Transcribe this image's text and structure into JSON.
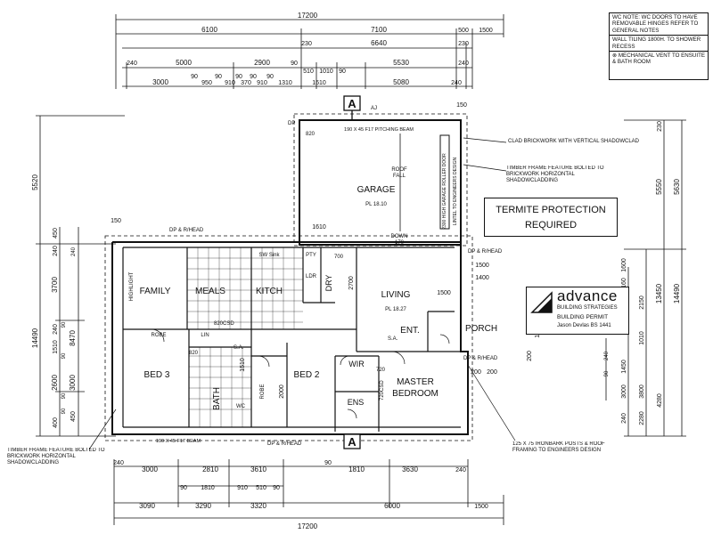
{
  "notes": {
    "wc_note": "WC NOTE: WC DOORS TO HAVE REMOVABLE HINGES REFER TO GENERAL NOTES",
    "wall_tiling": "WALL TILING 1800H. TO SHOWER RECESS",
    "vent": "MECHANICAL VENT TO ENSUITE & BATH ROOM"
  },
  "termite": {
    "line1": "TERMITE PROTECTION",
    "line2": "REQUIRED"
  },
  "stamp": {
    "brand": "advance",
    "sub": "BUILDING STRATEGIES",
    "permit": "BUILDING PERMIT",
    "sign": "Jason Devlas BS 1441"
  },
  "section": {
    "top": "A",
    "bottom": "A",
    "aj": "AJ"
  },
  "dims_top": {
    "overall": "17200",
    "row2": [
      "6100",
      "7100",
      "500",
      "1500"
    ],
    "row3": [
      "230",
      "6640",
      "230"
    ],
    "row4": [
      "240",
      "5000",
      "2900",
      "90",
      "510",
      "1010",
      "90",
      "5530",
      "240"
    ],
    "row5": [
      "3000",
      "90",
      "950",
      "90",
      "910",
      "90",
      "370",
      "90",
      "910",
      "90",
      "1310",
      "1610",
      "5080",
      "240"
    ]
  },
  "dims_bottom": {
    "row1": [
      "240",
      "3000",
      "2810",
      "3610",
      "90",
      "1810",
      "3630",
      "240"
    ],
    "row2": [
      "90",
      "1810",
      "910",
      "510",
      "90"
    ],
    "row3": [
      "3090",
      "3290",
      "3320",
      "6000",
      "1500"
    ],
    "overall": "17200"
  },
  "dims_left": {
    "outer": [
      "5520",
      "14490"
    ],
    "mid": [
      "450",
      "240",
      "3700",
      "8470",
      "240",
      "1510",
      "2600",
      "3000",
      "400",
      "450"
    ],
    "inner": [
      "90",
      "90",
      "90",
      "90",
      "240"
    ]
  },
  "dims_right": {
    "outer": [
      "230",
      "5550",
      "5630",
      "13450",
      "14490"
    ],
    "mid": [
      "1600",
      "3160",
      "4500",
      "2150",
      "1010",
      "1450",
      "3000",
      "3800",
      "2280",
      "240",
      "4280"
    ],
    "inner": [
      "1710",
      "200",
      "240",
      "90",
      "200",
      "200"
    ]
  },
  "rooms": {
    "garage": "GARAGE",
    "garage_ht": "PL 18.10",
    "roof_fall": [
      "ROOF",
      "FALL"
    ],
    "down": "DOWN",
    "down_v": "170",
    "family": "FAMILY",
    "meals": "MEALS",
    "kitch": "KITCH",
    "living": "LIVING",
    "living_ht": "PL 18.27",
    "ent": "ENT.",
    "porch": "PORCH",
    "bed3": "BED 3",
    "bath": "BATH",
    "bed2": "BED 2",
    "wir": "WIR",
    "master1": "MASTER",
    "master2": "BEDROOM",
    "ens": "ENS",
    "dry": "DRY",
    "pty": "PTY",
    "ldr": "LDR",
    "sink": "SW Sink",
    "highlight": "HIGHLIGHT",
    "robe": "ROBE",
    "lin": "LIN",
    "robe2": "ROBE",
    "wc": "WC"
  },
  "annot": {
    "beam_top": "190 X 45 F17 PITCHING BEAM",
    "beam_bot": "190 X 45 F17 BEAM",
    "clad": "CLAD BRICKWORK WITH VERTICAL SHADOWCLAD",
    "timber_r": "TIMBER FRAME FEATURE BOLTED TO BRICKWORK HORIZONTAL SHADOWCLADDING",
    "timber_l": "TIMBER FRAME FEATURE BOLTED TO BRICKWORK HORIZONTAL SHADOWCLADDING",
    "posts": "125 X 75 IRONBARK POSTS & ROOF FRAMING TO ENGINEERS DESIGN",
    "roller": "2300 HIGH GARAGE ROLLER DOOR",
    "lintel": "LINTEL TO ENGINEERS DESIGN",
    "dp_rhead": "DP & R/HEAD",
    "dp": "DP",
    "sa": "S.A.",
    "dim_1610": "1610",
    "dim_2700": "2700",
    "dim_1500": "1500",
    "dim_1400": "1400",
    "dim_150": "150",
    "dim_1510": "1510",
    "dim_2000": "2000",
    "dim_720": "720",
    "dim_820": "820",
    "dim_820csd": "820CSD",
    "dim_720csd": "720CSD",
    "dim_700": "700"
  }
}
